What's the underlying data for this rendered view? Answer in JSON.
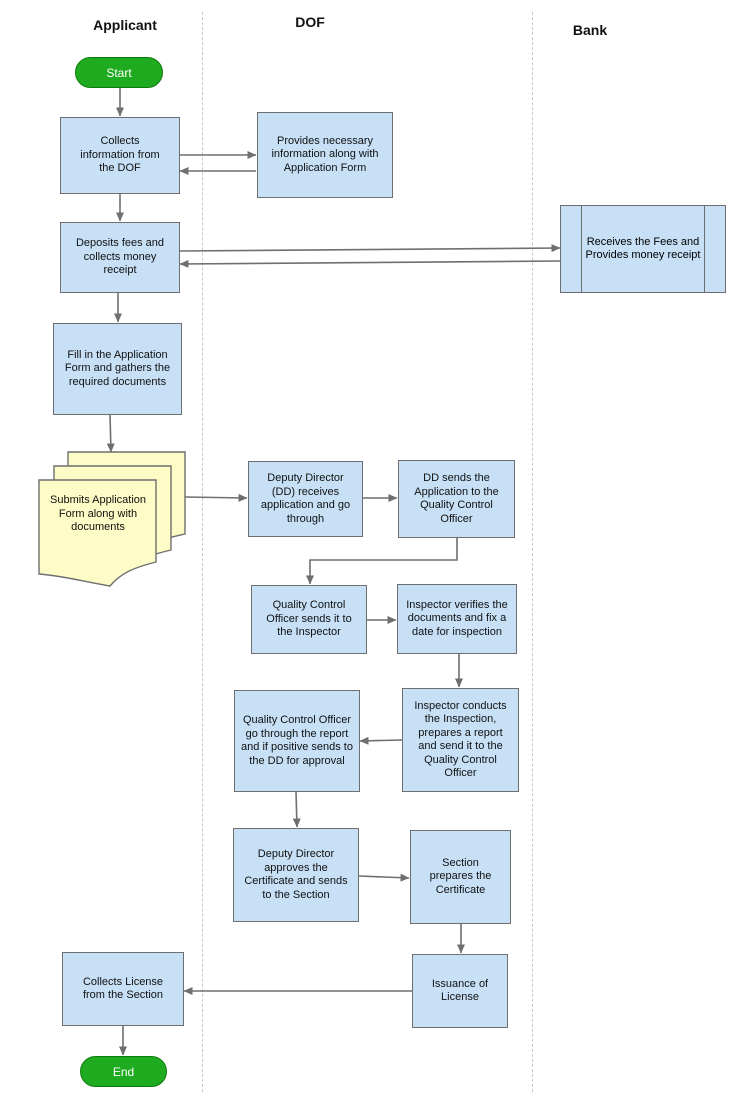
{
  "lanes": {
    "applicant": "Applicant",
    "dof": "DOF",
    "bank": "Bank"
  },
  "nodes": {
    "start": "Start",
    "collects_info": "Collects information from the DOF",
    "provides_info": "Provides necessary information along with Application Form",
    "deposits_fees": "Deposits fees and collects money receipt",
    "receives_fees": "Receives the Fees and Provides  money receipt",
    "fill_form": "Fill in the Application Form and gathers the required documents",
    "submits_form": "Submits Application Form along with documents",
    "dd_receives": "Deputy Director (DD) receives application and go through",
    "dd_sends": "DD sends the Application to the Quality Control Officer",
    "qco_sends": "Quality Control Officer sends it to the Inspector",
    "inspector_verifies": "Inspector verifies the documents and fix a date for inspection",
    "inspector_conducts": "Inspector conducts the Inspection, prepares a report and send it to the Quality Control Officer",
    "qco_reviews": "Quality Control Officer go through the report and if positive sends to the DD for approval",
    "dd_approves": "Deputy Director approves the Certificate and sends to the Section",
    "section_prepares": "Section prepares the Certificate",
    "issuance": "Issuance of License",
    "collects_license": "Collects License from the Section",
    "end": "End"
  },
  "colors": {
    "process_fill": "#c7e0f6",
    "document_fill": "#fefcc6",
    "terminal_fill": "#1fab1f",
    "line": "#6f6f6f"
  }
}
